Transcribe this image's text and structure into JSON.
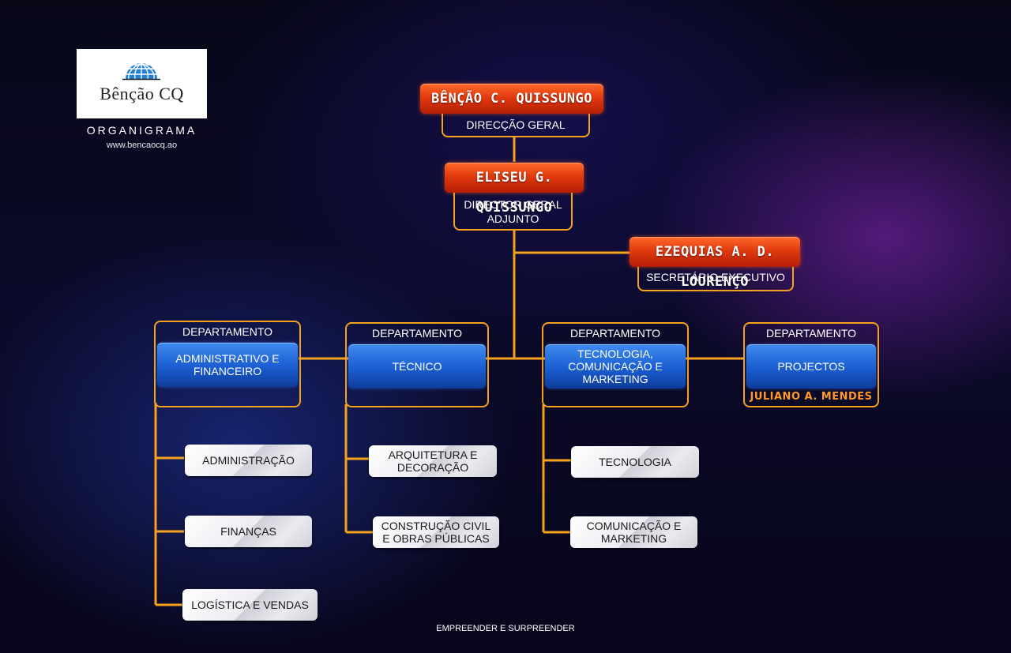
{
  "brand": {
    "name": "Bênção CQ",
    "subtitle": "ORGANIGRAMA",
    "website": "www.bencaocq.ao"
  },
  "leaders": {
    "director_general": {
      "name": "BÊNÇÃO C. QUISSUNGO",
      "role": "DIRECÇÃO GERAL"
    },
    "deputy_director": {
      "name": "ELISEU G. QUISSUNGO",
      "role_line1": "DIRECTOR GERAL",
      "role_line2": "ADJUNTO"
    },
    "executive_secretary": {
      "name": "EZEQUIAS A. D. LOURENÇO",
      "role": "SECRETÁRIO EXECUTIVO"
    }
  },
  "departments": [
    {
      "label": "DEPARTAMENTO",
      "name": "ADMINISTRATIVO E FINANCEIRO",
      "units": [
        "ADMINISTRAÇÃO",
        "FINANÇAS",
        "LOGÍSTICA E VENDAS"
      ]
    },
    {
      "label": "DEPARTAMENTO",
      "name": "TÉCNICO",
      "units": [
        "ARQUITETURA E DECORAÇÃO",
        "CONSTRUÇÃO CIVIL E OBRAS PÚBLICAS"
      ]
    },
    {
      "label": "DEPARTAMENTO",
      "name": "TECNOLOGIA, COMUNICAÇÃO E MARKETING",
      "units": [
        "TECNOLOGIA",
        "COMUNICAÇÃO E MARKETING"
      ]
    },
    {
      "label": "DEPARTAMENTO",
      "name": "PROJECTOS",
      "head": "JULIANO A. MENDES"
    }
  ],
  "footer": "EMPREENDER E SURPREENDER",
  "colors": {
    "connector": "#f7a21c",
    "leader": "#e23a0f",
    "department": "#1a5dd1",
    "unit": "#e9e9ef"
  }
}
